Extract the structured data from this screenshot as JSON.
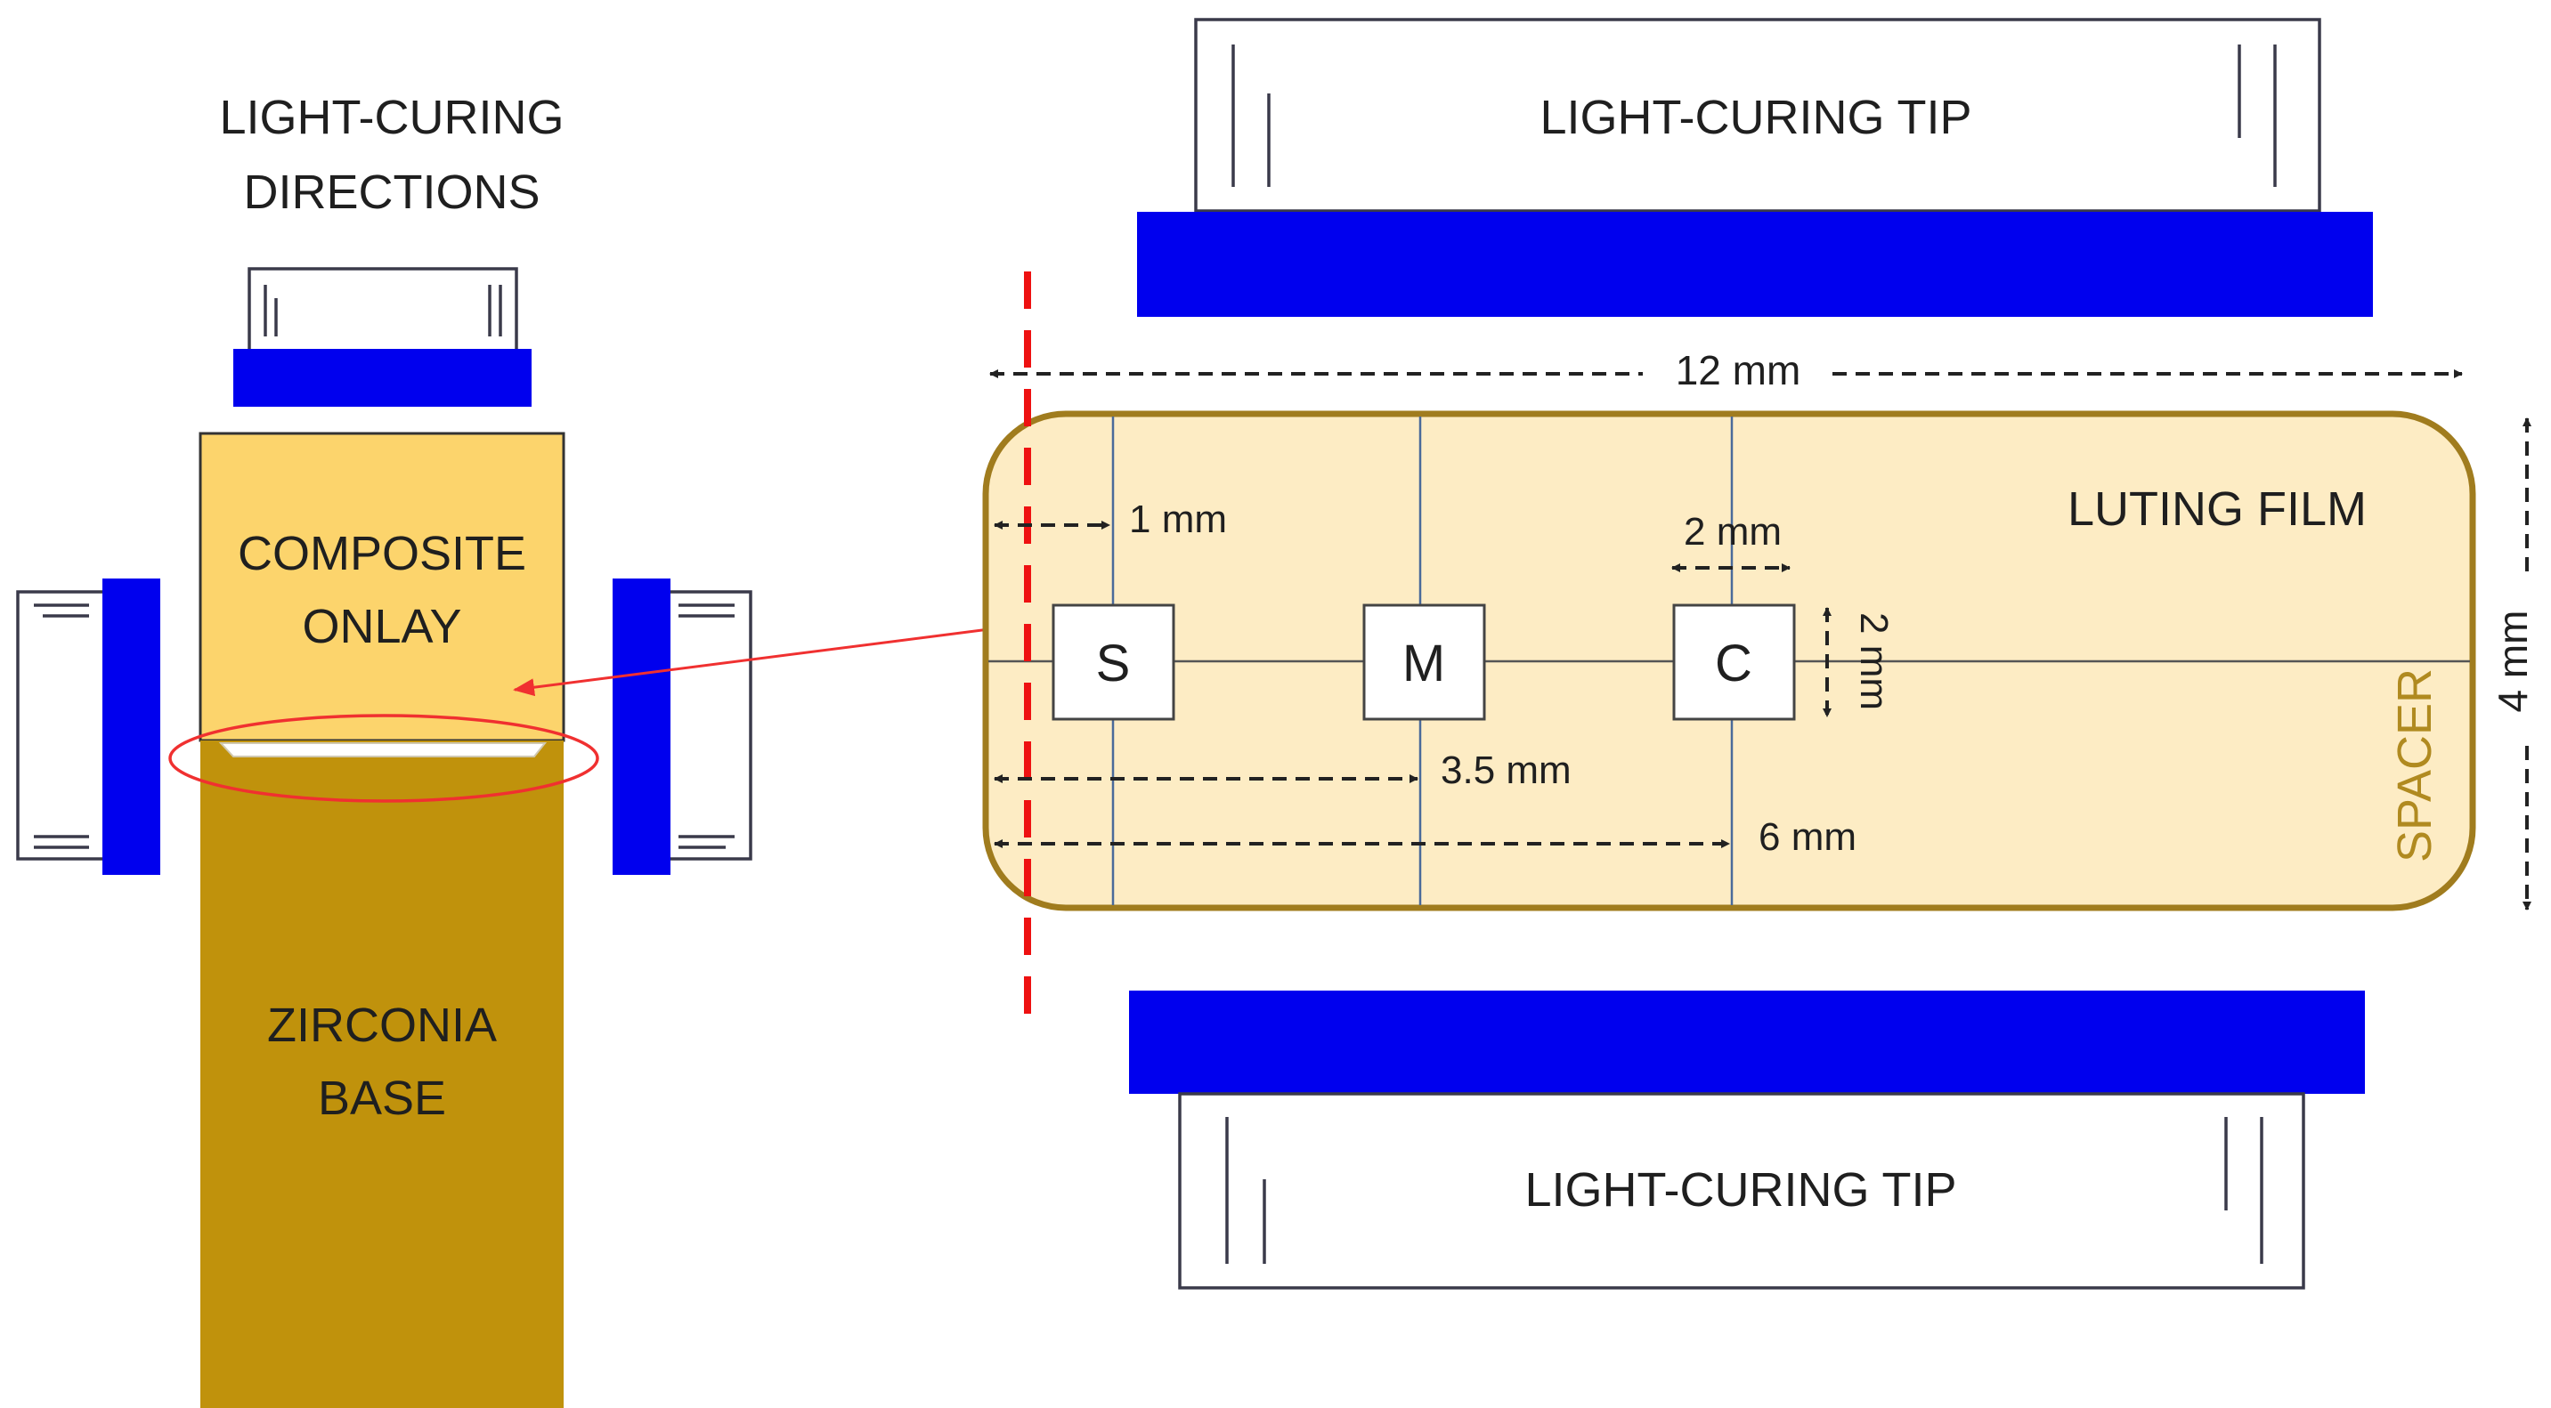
{
  "labels": {
    "directions_line1": "LIGHT-CURING",
    "directions_line2": "DIRECTIONS",
    "composite_line1": "COMPOSITE",
    "composite_line2": "ONLAY",
    "zirconia_line1": "ZIRCONIA",
    "zirconia_line2": "BASE",
    "tip_top": "LIGHT-CURING TIP",
    "tip_bottom": "LIGHT-CURING TIP",
    "luting_film": "LUTING FILM",
    "spacer": "SPACER"
  },
  "dimensions": {
    "width": "12 mm",
    "height": "4 mm",
    "edge_offset": "1 mm",
    "square_width": "2 mm",
    "square_height": "2 mm",
    "middle_offset": "3.5 mm",
    "center_offset": "6 mm"
  },
  "sites": [
    "S",
    "M",
    "C"
  ],
  "colors": {
    "blue": "#0000ee",
    "composite": "#fcd46c",
    "zirconia": "#c0920c",
    "film": "#fdecc4",
    "film_border": "#a07c1e",
    "red": "#ee1111",
    "arrow": "#f03030"
  }
}
